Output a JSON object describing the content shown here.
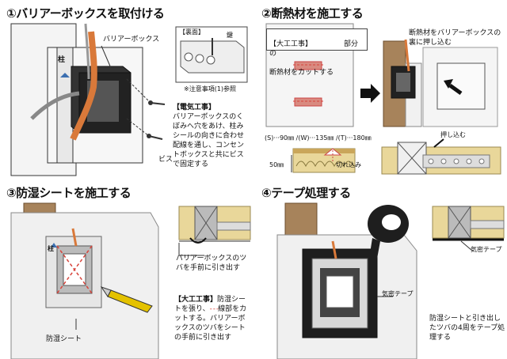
{
  "steps": [
    {
      "title": "①バリアーボックスを取付ける",
      "labels": {
        "barrier_box": "バリアーボックス",
        "pillar": "柱",
        "back_side": "【裏面】",
        "nail": "鍵",
        "note": "※注意事項(1)参照",
        "screw": "ビス",
        "electric_title": "【電気工事】",
        "electric_body": "バリアーボックスのくぼみへ穴をあけ、柱みシールの向きに合わせ配線を通し、コンセントボックスと共にビスで固定する"
      }
    },
    {
      "title": "②断熱材を施工する",
      "labels": {
        "carpentry_title": "【大工工事】",
        "carpentry_part": "部分の",
        "carpentry_body": "断熱材をカットする",
        "push_into": "断熱材をバリアーボックスの裏に押し込む",
        "dims": "(S)···90㎜ /(W)···135㎜ /(T)···180㎜",
        "depth": "50㎜",
        "cut": "切れ込み",
        "push": "押し込む"
      }
    },
    {
      "title": "③防湿シートを施工する",
      "labels": {
        "pull_flange": "バリアーボックスのツバを手前に引き出す",
        "carpentry_title": "【大工工事】",
        "carpentry_body1": "防湿シートを張り、",
        "carpentry_body2": "線部をカットする。バリアーボックスのツバをシートの手前に引き出す",
        "pillar": "柱",
        "sheet": "防湿シート"
      }
    },
    {
      "title": "④テープ処理する",
      "labels": {
        "airtight_tape_top": "気密テープ",
        "airtight_tape": "気密テープ",
        "tape_process": "防湿シートと引き出したツバの4周をテープ処理する"
      }
    }
  ],
  "colors": {
    "insulation": "#e9d79a",
    "wood": "#a7835b",
    "tape": "#222222",
    "cut_line": "#d8443b",
    "orange_cable": "#d9793a"
  }
}
